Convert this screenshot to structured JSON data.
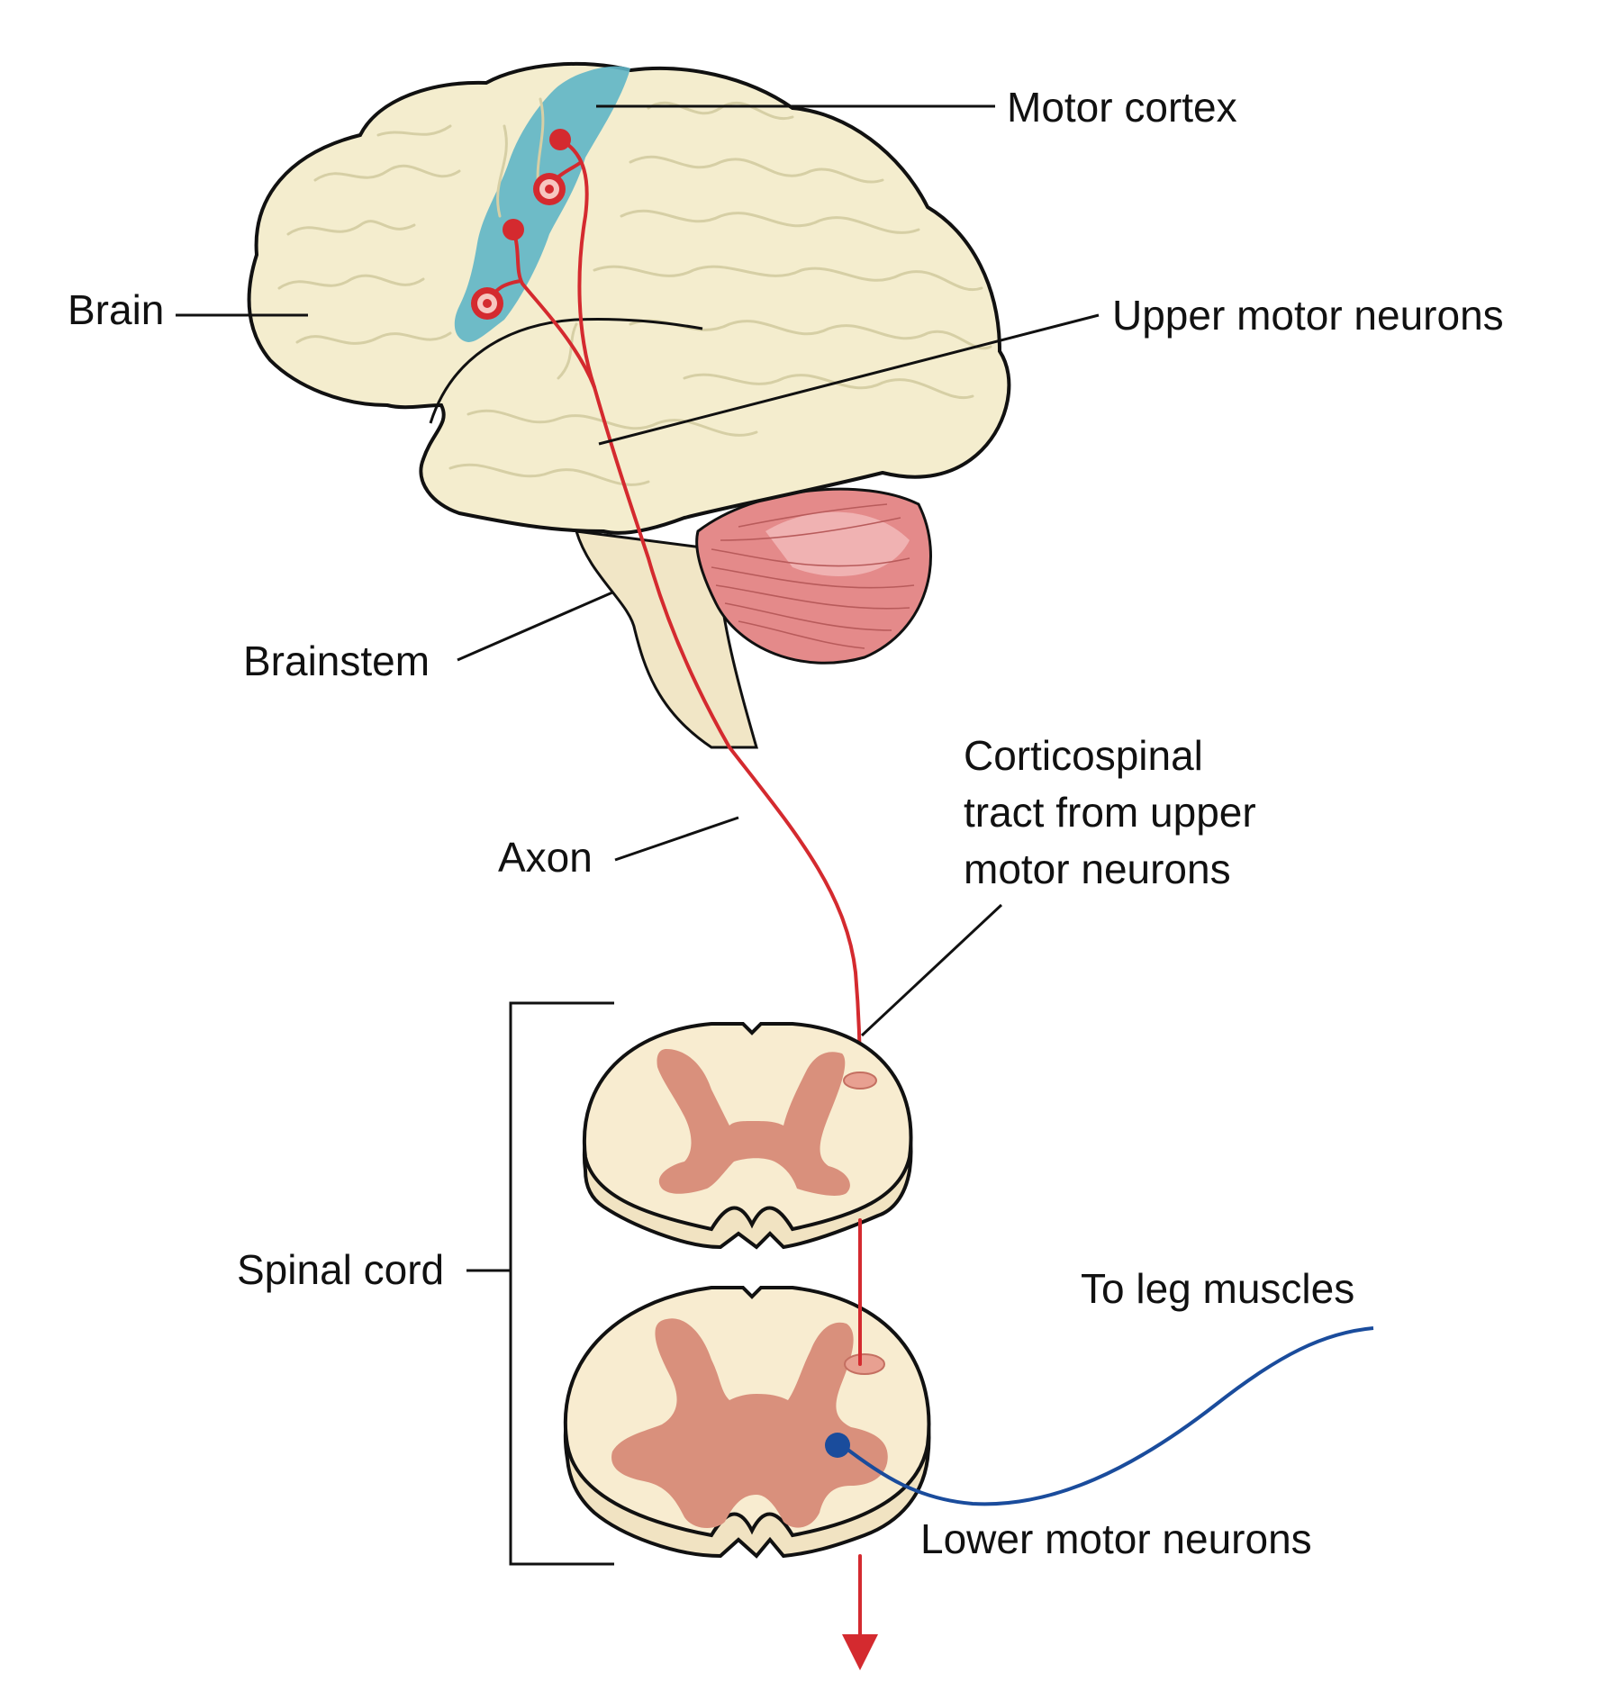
{
  "labels": {
    "motor_cortex": "Motor cortex",
    "brain": "Brain",
    "upper_motor_neurons": "Upper motor neurons",
    "brainstem": "Brainstem",
    "corticospinal_line1": "Corticospinal",
    "corticospinal_line2": "tract from upper",
    "corticospinal_line3": "motor neurons",
    "axon": "Axon",
    "spinal_cord": "Spinal cord",
    "to_leg_muscles": "To leg muscles",
    "lower_motor_neurons": "Lower motor neurons"
  },
  "colors": {
    "brain_fill": "#f4edce",
    "brain_stroke": "#111111",
    "motor_cortex": "#5fb5c6",
    "cerebellum": "#e48a8a",
    "upper_neuron": "#d42a2f",
    "lower_neuron": "#1a4c9c",
    "grey_matter": "#d9907c",
    "cord_fill": "#f8ecd0"
  }
}
